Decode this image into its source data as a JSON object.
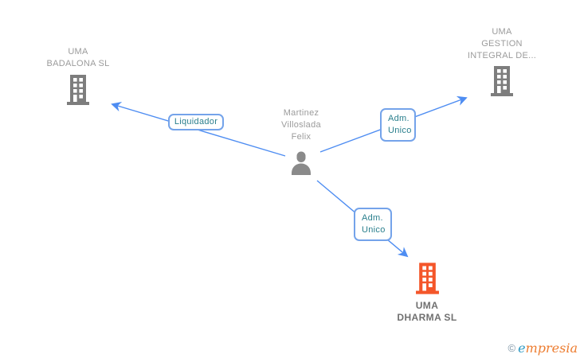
{
  "diagram": {
    "person": {
      "name_lines": [
        "Martinez",
        "Villoslada",
        "Felix"
      ]
    },
    "companies": {
      "badalona": {
        "name_lines": [
          "UMA",
          "BADALONA SL"
        ]
      },
      "gestion": {
        "name_lines": [
          "UMA",
          "GESTION",
          "INTEGRAL DE..."
        ]
      },
      "dharma": {
        "name_lines": [
          "UMA",
          "DHARMA SL"
        ]
      }
    },
    "relationships": {
      "liquidador": {
        "label": "Liquidador",
        "from": "Martinez Villoslada Felix",
        "to": "UMA BADALONA SL"
      },
      "adm_unico_1": {
        "label_lines": [
          "Adm.",
          "Unico"
        ],
        "from": "Martinez Villoslada Felix",
        "to": "UMA GESTION INTEGRAL DE..."
      },
      "adm_unico_2": {
        "label_lines": [
          "Adm.",
          "Unico"
        ],
        "from": "Martinez Villoslada Felix",
        "to": "UMA DHARMA SL"
      }
    },
    "colors": {
      "edge_blue": "#4e8df2",
      "label_border_blue": "#74a3ea",
      "label_text_teal": "#2a7f8d",
      "company_text_gray": "#9b9b9b",
      "icon_gray": "#7d7d7d",
      "person_gray": "#8a8a8a",
      "highlight_orange": "#f4562a",
      "dharma_text_gray": "#707070"
    },
    "watermark": {
      "copyright": "©",
      "brand_first": "e",
      "brand_rest": "mpresia"
    }
  }
}
